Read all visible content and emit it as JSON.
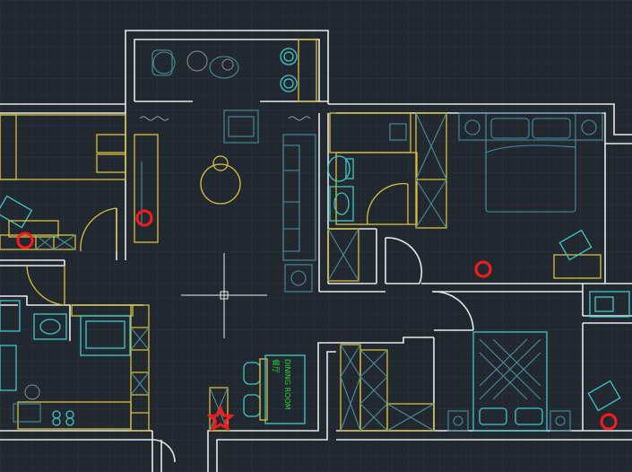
{
  "colors": {
    "background": "#212830",
    "grid": "#2d3540",
    "wall": "#e8e8e8",
    "furniture_yellow": "#d8c03a",
    "furniture_cyan": "#3ec8c8",
    "label_green": "#2bd63a",
    "marker_red": "#ff1a1a"
  },
  "labels": {
    "dining_cn": "餐厅",
    "dining_en": "DINING ROOM"
  },
  "markers": [
    {
      "shape": "circle",
      "name": "marker-circle-left-closet"
    },
    {
      "shape": "circle",
      "name": "marker-circle-left-desk"
    },
    {
      "shape": "circle",
      "name": "marker-circle-bedroom"
    },
    {
      "shape": "circle",
      "name": "marker-circle-bottom-right"
    },
    {
      "shape": "star",
      "name": "marker-star-dining"
    }
  ],
  "cursor": {
    "icon": "crosshair-cursor-icon"
  }
}
